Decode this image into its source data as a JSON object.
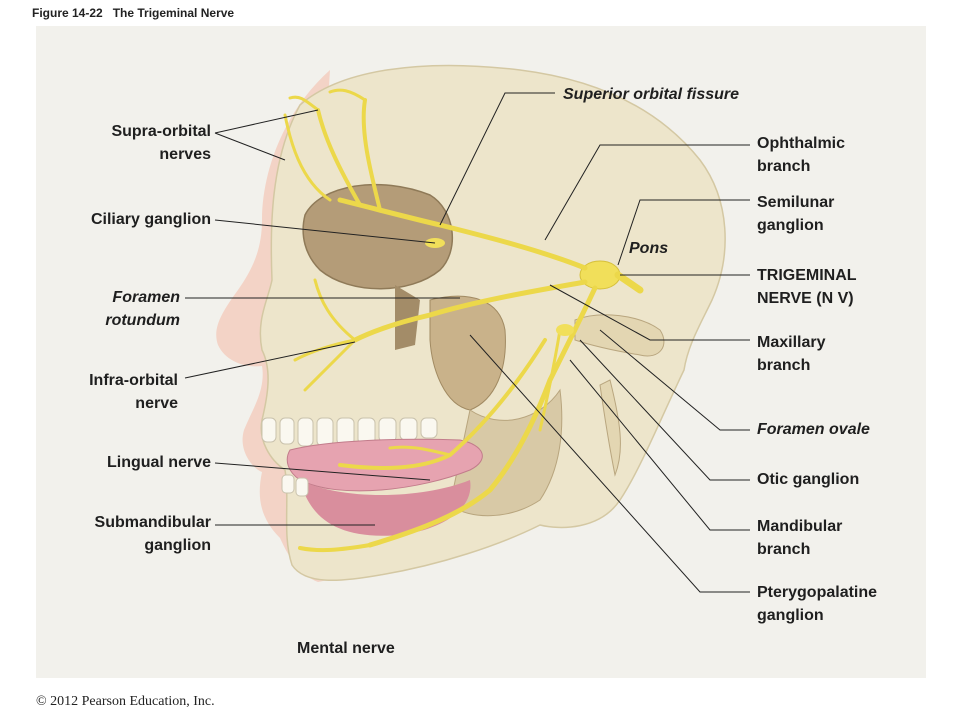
{
  "figure": {
    "number": "Figure 14-22",
    "title": "The Trigeminal Nerve"
  },
  "labels": {
    "superior_orbital_fissure": "Superior orbital fissure",
    "ophthalmic_branch": [
      "Ophthalmic",
      "branch"
    ],
    "semilunar_ganglion": [
      "Semilunar",
      "ganglion"
    ],
    "pons": "Pons",
    "trigeminal_nerve": [
      "TRIGEMINAL",
      "NERVE (N V)"
    ],
    "maxillary_branch": [
      "Maxillary",
      "branch"
    ],
    "foramen_ovale": "Foramen ovale",
    "otic_ganglion": "Otic ganglion",
    "mandibular_branch": [
      "Mandibular",
      "branch"
    ],
    "pterygopalatine_ganglion": [
      "Pterygopalatine",
      "ganglion"
    ],
    "mental_nerve": "Mental nerve",
    "supra_orbital_nerves": [
      "Supra-orbital",
      "nerves"
    ],
    "ciliary_ganglion": "Ciliary ganglion",
    "foramen_rotundum": [
      "Foramen",
      "rotundum"
    ],
    "infra_orbital_nerve": [
      "Infra-orbital",
      "nerve"
    ],
    "lingual_nerve": "Lingual nerve",
    "submandibular_ganglion": [
      "Submandibular",
      "ganglion"
    ]
  },
  "copyright": "© 2012 Pearson Education, Inc.",
  "colors": {
    "nerve": "#ecd84a",
    "bone": "#ece3c8",
    "skin": "#f3d6c8",
    "tongue": "#e6a6b2",
    "leader": "#222222"
  }
}
